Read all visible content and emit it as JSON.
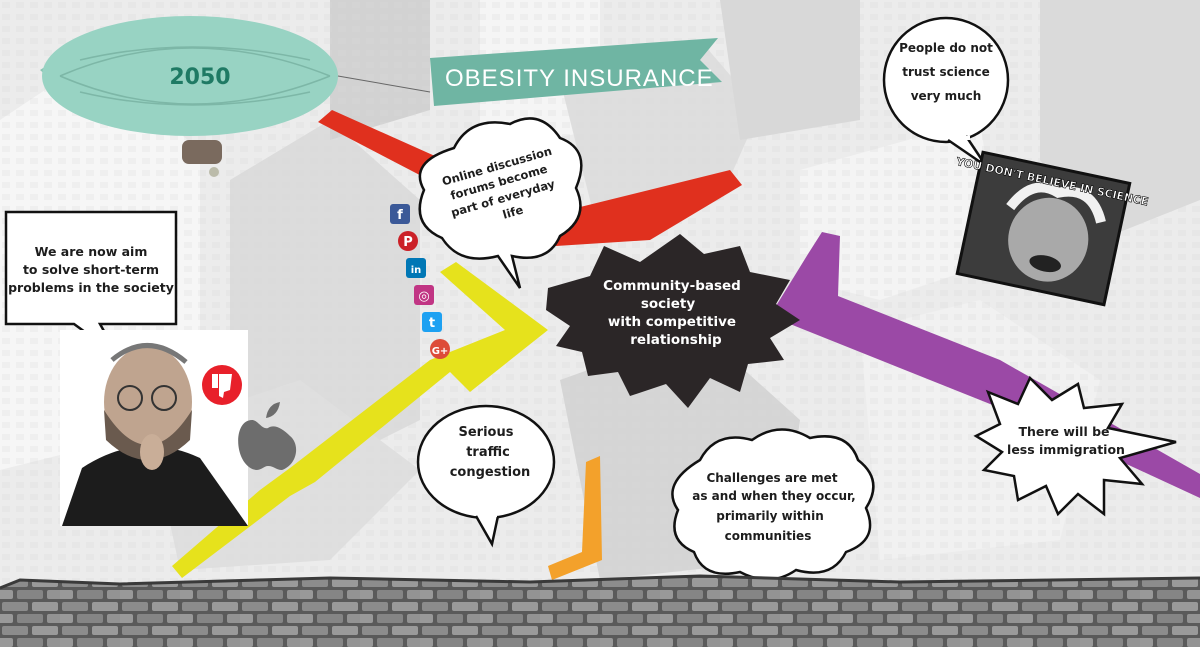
{
  "blimp": {
    "year": "2050",
    "banner": "OBESITY INSURANCE"
  },
  "bubbles": {
    "short_term": [
      "We are now aim",
      "to solve short-term",
      "problems in the society"
    ],
    "forums": [
      "Online discussion",
      "forums become",
      "part of everyday",
      "life"
    ],
    "community": [
      "Community-based",
      "society",
      "with competitive",
      "relationship"
    ],
    "science": [
      "People do not",
      "trust science",
      "very much"
    ],
    "traffic": [
      "Serious",
      "traffic",
      "congestion"
    ],
    "challenges": [
      "Challenges are met",
      "as and when they occur,",
      "primarily within",
      "communities"
    ],
    "immigration": [
      "There will be",
      "less immigration"
    ]
  },
  "meme": {
    "caption": "YOU DON'T BELIEVE IN SCIENCE"
  },
  "social_icons": [
    {
      "name": "facebook-icon",
      "glyph": "f",
      "color": "#3b5998"
    },
    {
      "name": "pinterest-icon",
      "glyph": "P",
      "color": "#cb2027"
    },
    {
      "name": "linkedin-icon",
      "glyph": "in",
      "color": "#0077b5"
    },
    {
      "name": "instagram-icon",
      "glyph": "◎",
      "color": "#c13584"
    },
    {
      "name": "twitter-icon",
      "glyph": "t",
      "color": "#1da1f2"
    },
    {
      "name": "google-plus-icon",
      "glyph": "G+",
      "color": "#dd4b39"
    }
  ],
  "colors": {
    "road_red": "#e0301e",
    "road_yellow": "#e6e21c",
    "road_purple": "#9b49a6",
    "road_orange": "#f3a12b",
    "blimp": "#98d3c3",
    "dislike": "#e8202a"
  }
}
